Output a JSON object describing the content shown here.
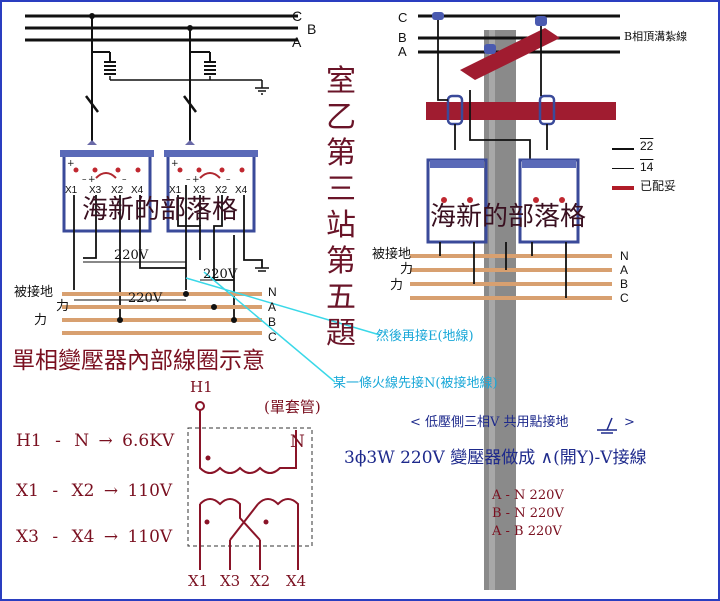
{
  "left": {
    "phase_labels": {
      "c": "C",
      "b": "B",
      "a": "A"
    },
    "transformer1_terminals": {
      "plus1": "+",
      "x1": "X1",
      "minus1": "–",
      "plus2": "+",
      "x3": "X3",
      "minus2": "–",
      "x2": "X2",
      "x4": "X4"
    },
    "transformer2_terminals": {
      "plus1": "+",
      "x1": "X1",
      "minus1": "–",
      "plus2": "+",
      "x3": "X3",
      "minus2": "–",
      "x2": "X2",
      "x4": "X4"
    },
    "watermark": "海新的部落格",
    "voltage_top": "220V",
    "voltage_right": "220V",
    "voltage_bottom": "220V",
    "label_grounded": "被接地",
    "label_force1": "力",
    "label_force2": "力",
    "bus_labels": {
      "n": "N",
      "a": "A",
      "b": "B",
      "c": "C"
    }
  },
  "vertical_title": [
    "室",
    "乙",
    "第",
    "三",
    "站",
    "第",
    "五",
    "題"
  ],
  "annotations": {
    "ground_later": "然後再接E(地線)",
    "fire_first": "某一條火線先接N(被接地線)"
  },
  "right": {
    "phase_labels": {
      "c": "C",
      "b": "B",
      "a": "A"
    },
    "crossarm_label": "B相頂溝紮線",
    "legend": [
      {
        "label": "22",
        "style": "overline",
        "color": "#111111"
      },
      {
        "label": "14",
        "style": "overline",
        "color": "#111111"
      },
      {
        "label": "已配妥",
        "style": "bar",
        "color": "#b01c28"
      }
    ],
    "watermark": "海新的部落格",
    "label_grounded": "被接地",
    "label_force1": "力",
    "label_force2": "力",
    "bus_labels": {
      "n": "N",
      "a": "A",
      "b": "B",
      "c": "C"
    }
  },
  "section_title": "單相變壓器內部線圈示意",
  "single_bushing": "(單套管)",
  "winding": {
    "h1_label": "H1",
    "n_label": "N",
    "bottom_labels": {
      "x1": "X1",
      "x3": "X3",
      "x2": "X2",
      "x4": "X4"
    }
  },
  "ratings": [
    {
      "from": "H1",
      "sep": "-",
      "to": "N",
      "arrow": "→",
      "value": "6.6KV"
    },
    {
      "from": "X1",
      "sep": "-",
      "to": "X2",
      "arrow": "→",
      "value": "110V"
    },
    {
      "from": "X3",
      "sep": "-",
      "to": "X4",
      "arrow": "→",
      "value": "110V"
    }
  ],
  "note_header": "< 低壓側三相V 共用點接地",
  "note_header_end": ">",
  "connection_title": "3ϕ3W 220V  變壓器做成 ∧(開Y)-V接線",
  "voltage_list": [
    "A - N  220V",
    "B - N  220V",
    "A - B  220V"
  ],
  "colors": {
    "wire": "#111111",
    "bus": "#d8a070",
    "frame": "#2a3ec0",
    "maroon": "#7a1020",
    "note_blue": "#1e2a8c",
    "cyan": "#1aa8d8",
    "crossarm": "#a01c30",
    "pole": "#8a8a8a"
  }
}
